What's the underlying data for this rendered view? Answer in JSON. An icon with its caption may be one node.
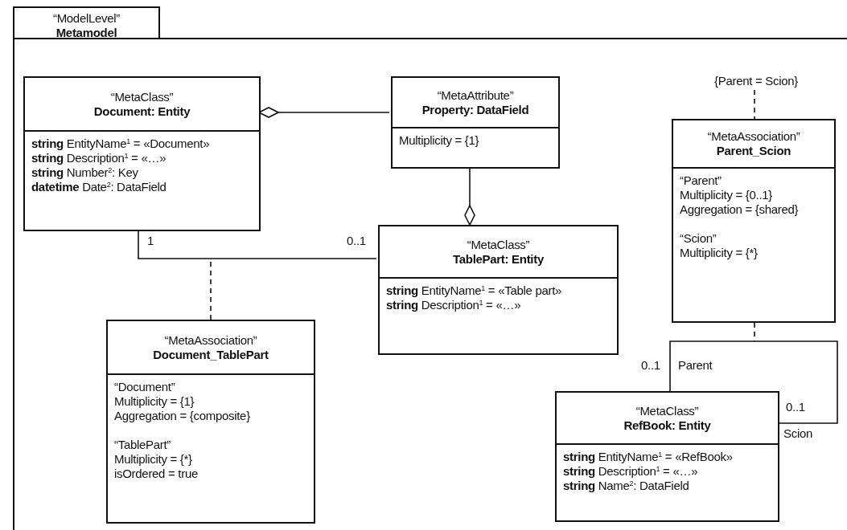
{
  "diagram": {
    "nodes": [
      {
        "text": [
          "“ModelLevel”",
          "Metamodel"
        ]
      },
      {
        "text": [
          "“MetaClass”",
          "Document: Entity",
          "**string** EntityName$^{1}$ = «Document»",
          "**string** Description$^{1}$ = «…»",
          "**string** Number$^{2}$: Key",
          "**datetime** Date$^{2}$: DataField"
        ],
        "in": 0
      },
      {
        "text": [
          "“MetaAttribute”",
          "Property: DataField",
          "Multiplicity = {1}"
        ],
        "in": 0
      },
      {
        "text": [
          "“MetaAssociation”",
          "Parent_Scion",
          "“Parent”",
          "Multiplicity = {0..1}",
          "Aggregation = {shared}",
          "“Scion”",
          "Multiplicity = {*}"
        ],
        "in": 0
      },
      {
        "text": [
          "“MetaClass”",
          "TablePart: Entity",
          "**string** EntityName$^{1}$ = «Table part»",
          "**string** Description$^{1}$ = «…»"
        ],
        "in": 0
      },
      {
        "text": [
          "“MetaAssociation”",
          "Document_TablePart",
          "“Document”",
          "Multiplicity = {1}",
          "Aggregation = {composite}",
          "“TablePart”",
          "Multiplicity = {*}",
          "isOrdered = true"
        ],
        "in": 0
      },
      {
        "text": [
          "“MetaClass”",
          "RefBook: Entity",
          "**string** EntityName$^{1}$ = «RefBook»",
          "**string** Description$^{1}$ = «…»",
          "**string** Name$^{2}$: DataField"
        ],
        "in": 0
      },
      {
        "text": [
          "{Parent = Scion}"
        ],
        "in": 0
      }
    ],
    "edges": [
      {
        "from": 1,
        "to": 2,
        "arrow": "other"
      },
      {
        "from": 4,
        "to": 2,
        "arrow": "other"
      },
      {
        "from": 1,
        "to": 4,
        "arrow": "none"
      },
      {
        "from": 5,
        "to": null,
        "arrow": "none",
        "style": "dashed"
      },
      {
        "from": 6,
        "to": 6,
        "arrow": "none"
      },
      {
        "from": 3,
        "to": null,
        "arrow": "none",
        "style": "dashed"
      },
      {
        "from": 7,
        "to": 3,
        "arrow": "none",
        "style": "dashed"
      }
    ],
    "labels": [
      "1",
      "0..1",
      "0..1",
      "Parent",
      "0..1",
      "Scion"
    ]
  }
}
